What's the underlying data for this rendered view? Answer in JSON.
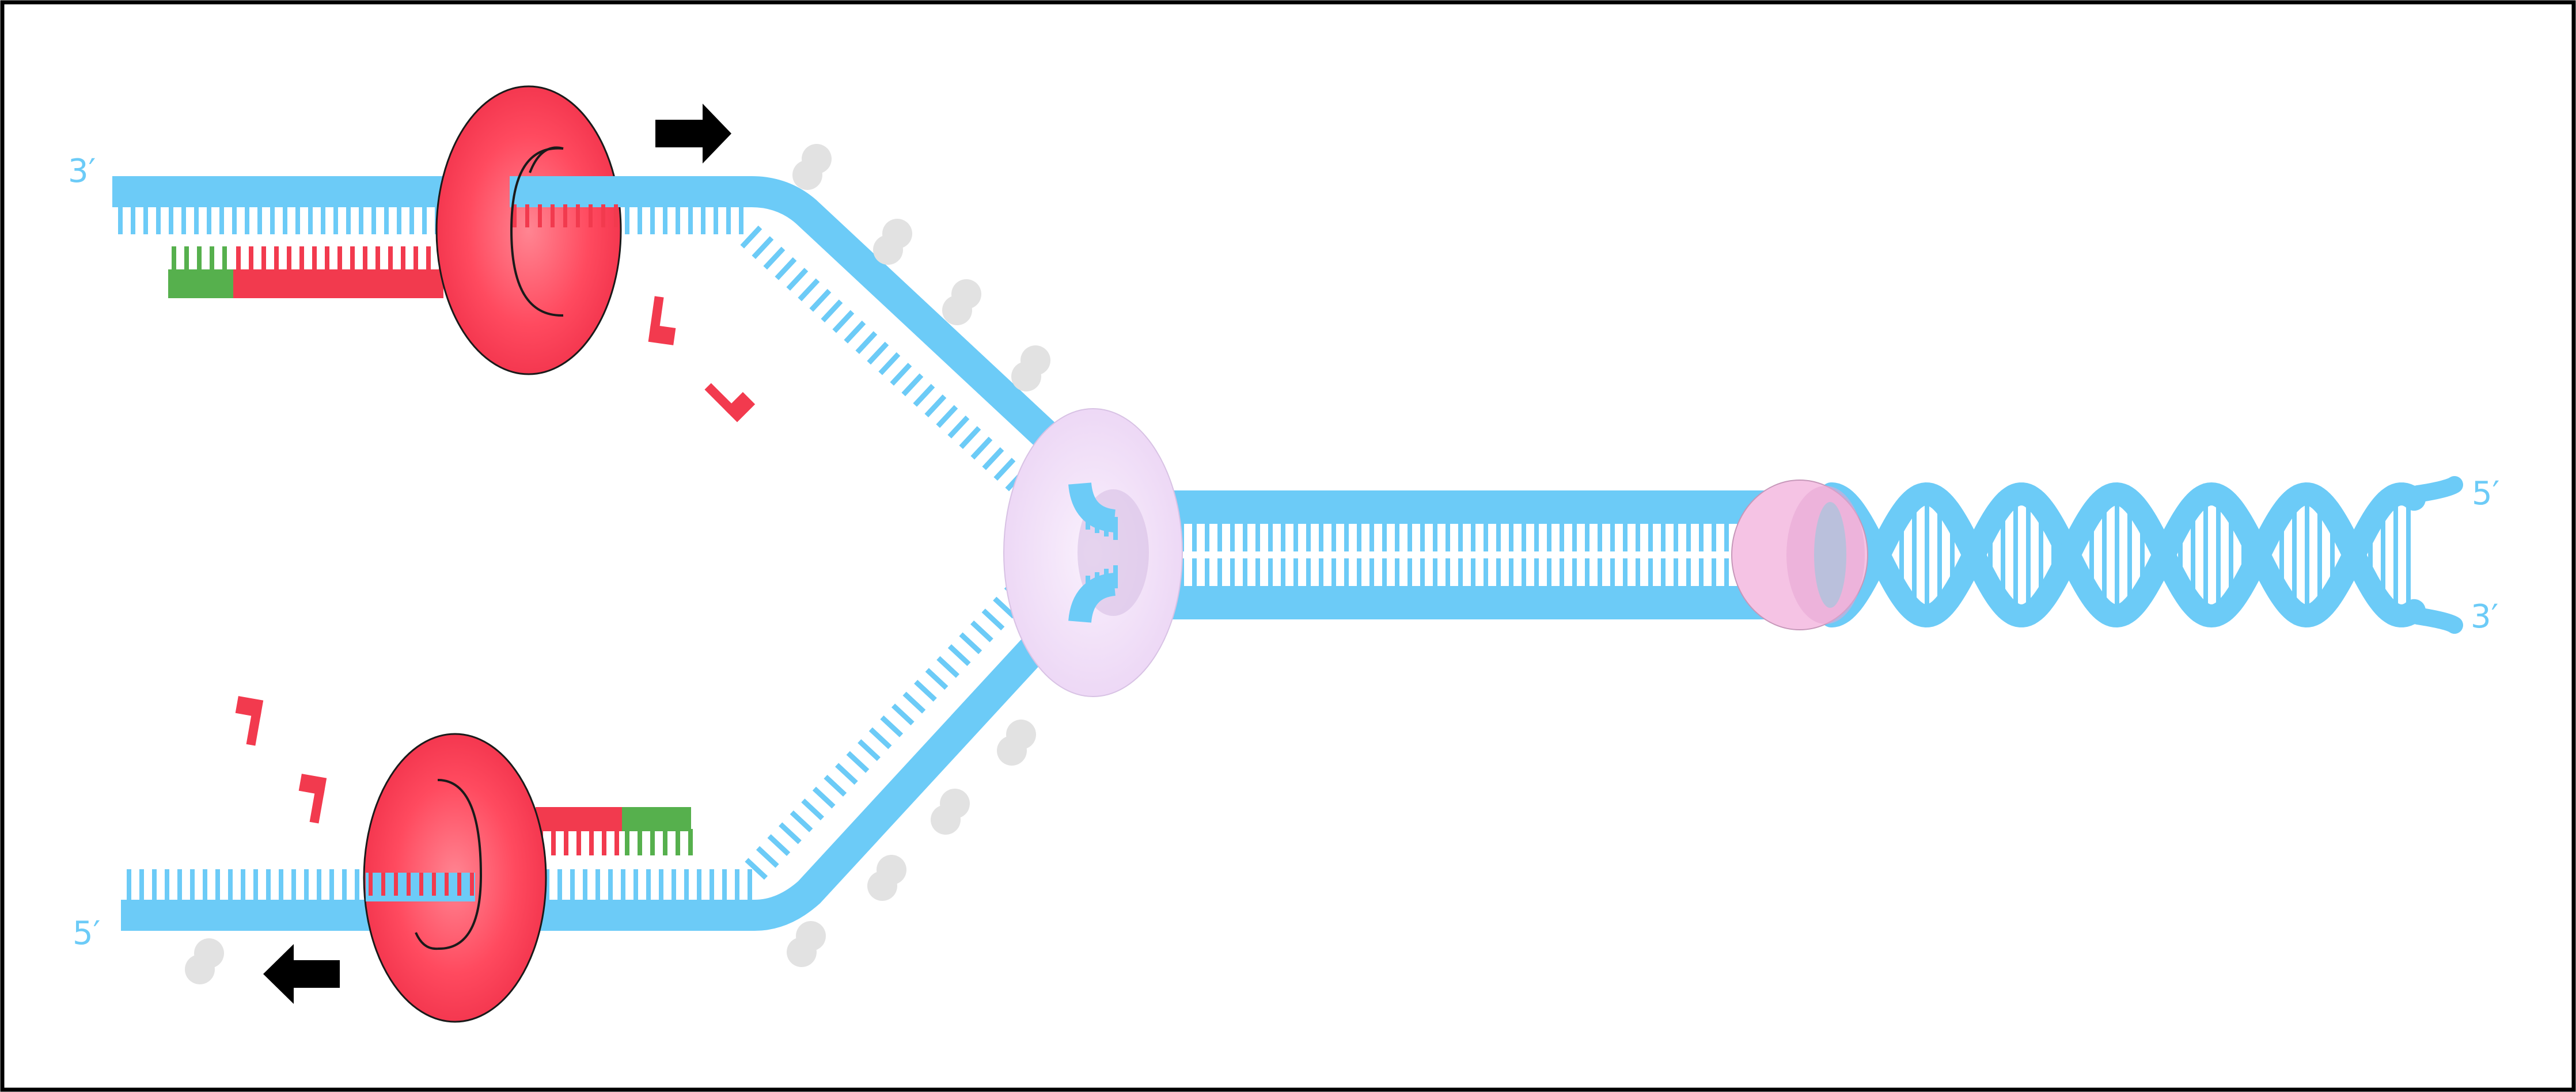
{
  "labels": {
    "top_left": "3′",
    "bottom_left": "5′",
    "right_top": "5′",
    "right_bottom": "3′"
  },
  "colors": {
    "dna_strand": "#6ccbf7",
    "polymerase": "#ff3d57",
    "polymerase_shade": "#f6334e",
    "new_strand": "#f23a4e",
    "primer": "#56b04d",
    "helicase": "#f2e0f8",
    "clamp_loader": "#f5c3e4",
    "ssb_protein": "#e2e2e2",
    "direction_arrow": "#000000",
    "frame": "#000000"
  },
  "icons": {
    "leading_arrow": "right-arrow-icon",
    "lagging_arrow": "left-arrow-icon"
  }
}
